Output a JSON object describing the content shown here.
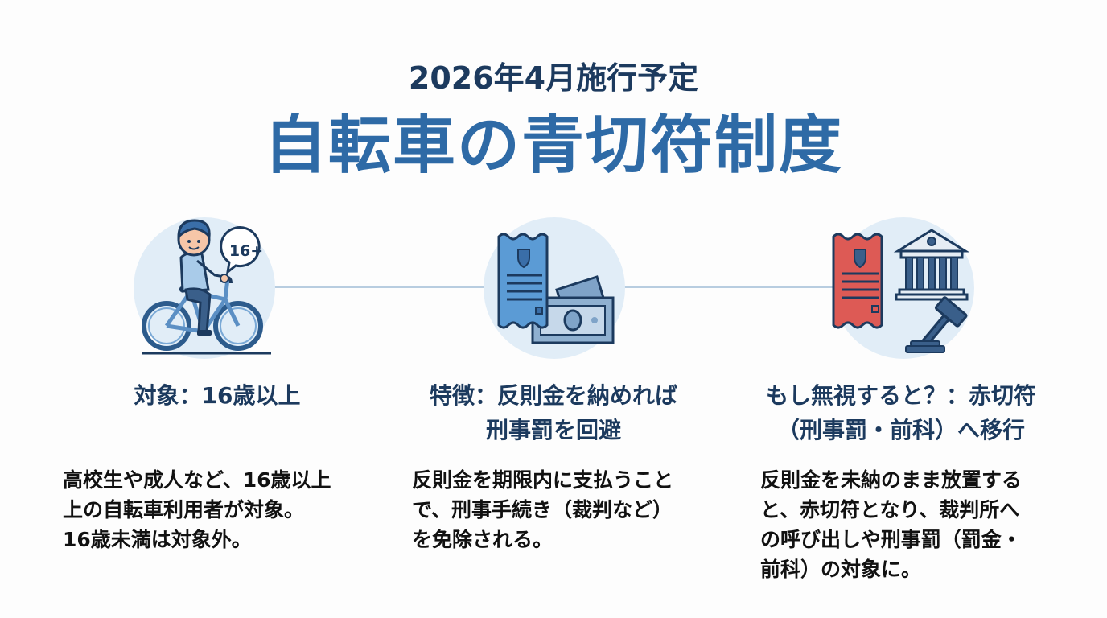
{
  "header": {
    "subtitle": "2026年4月施行予定",
    "title": "自転車の青切符制度"
  },
  "colors": {
    "title_blue": "#2e6aa6",
    "dark_navy": "#1c3a5e",
    "circle_bg": "#e1edf7",
    "connector": "#b8cde0",
    "blue_ticket": "#5b9bd5",
    "red_ticket": "#dd5a55",
    "body_text": "#111111"
  },
  "columns": [
    {
      "icon": "cyclist-16plus-icon",
      "badge": "16+",
      "heading_lines": [
        "対象：16歳以上"
      ],
      "body_lines": [
        "高校生や成人など、16歳以上",
        "上の自転車利用者が対象。",
        "16歳未満は対象外。"
      ]
    },
    {
      "icon": "blue-ticket-money-icon",
      "heading_lines": [
        "特徴：反則金を納めれば",
        "刑事罰を回避"
      ],
      "body_lines": [
        "反則金を期限内に支払うこと",
        "で、刑事手続き（裁判など）",
        "を免除される。"
      ]
    },
    {
      "icon": "red-ticket-court-gavel-icon",
      "heading_lines": [
        "もし無視すると？：赤切符",
        "（刑事罰・前科）へ移行"
      ],
      "body_lines": [
        "反則金を未納のまま放置する",
        "と、赤切符となり、裁判所へ",
        "の呼び出しや刑事罰（罰金・",
        "前科）の対象に。"
      ]
    }
  ]
}
